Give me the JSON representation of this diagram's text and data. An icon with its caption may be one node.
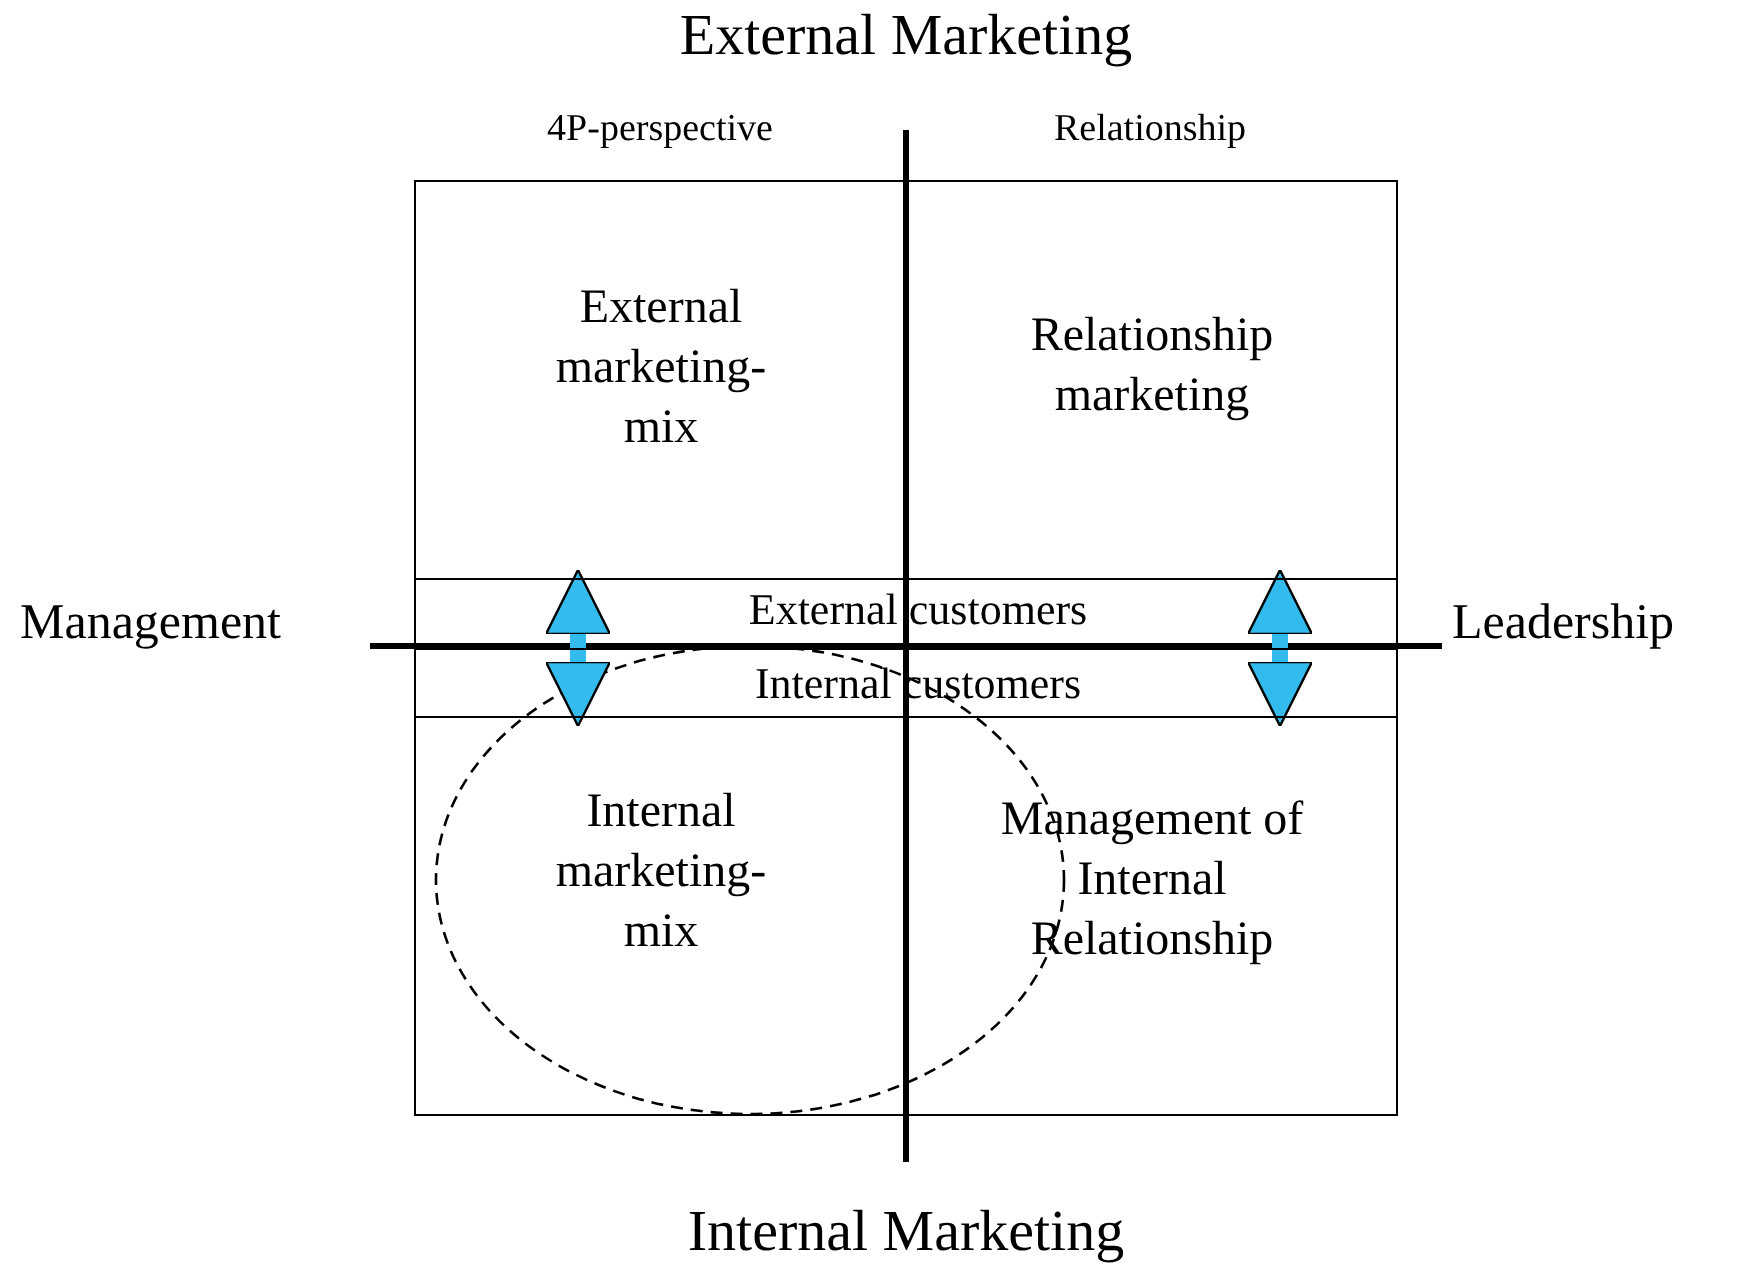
{
  "diagram": {
    "nodes": [
      {
        "text": [
          "External marketing-mix"
        ]
      },
      {
        "text": [
          "Relationship marketing"
        ]
      },
      {
        "text": [
          "External customers"
        ]
      },
      {
        "text": [
          "Internal customers"
        ]
      },
      {
        "text": [
          "Internal marketing-mix"
        ]
      },
      {
        "text": [
          "Management of Internal Relationship"
        ]
      }
    ],
    "edges": [
      {
        "from": 2,
        "to": 3,
        "arrow": "both"
      },
      {
        "from": 2,
        "to": 3,
        "arrow": "both"
      }
    ],
    "labels": [
      "External Marketing",
      "4P-perspective",
      "Relationship",
      "Management",
      "Leadership",
      "Internal Marketing"
    ]
  }
}
